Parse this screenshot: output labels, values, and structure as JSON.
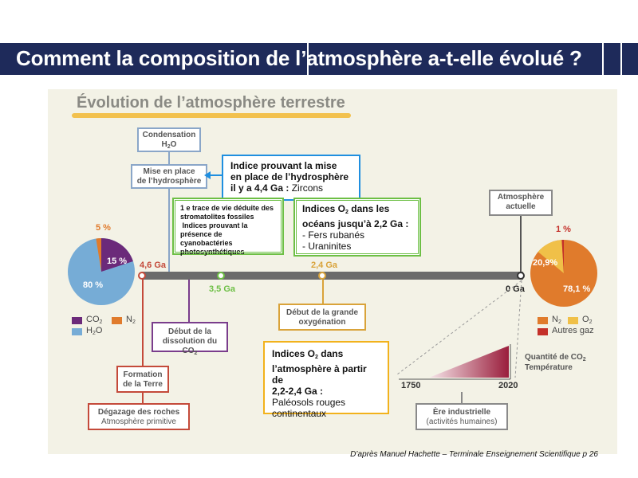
{
  "title": "Comment la composition de l’atmosphère a-t-elle évolué ?",
  "diagram": {
    "heading": "Évolution de l’atmosphère terrestre",
    "condensation": {
      "line1": "Condensation",
      "h": "H",
      "sub": "2",
      "o": "O"
    },
    "hydrosphere": {
      "line1": "Mise en place",
      "line2": "de l’hydrosphère"
    },
    "atmosphere_actuelle": {
      "line1": "Atmosphère",
      "line2": "actuelle"
    },
    "dissolution": {
      "line1": "Début de la",
      "line2": "dissolution du CO",
      "sub": "2"
    },
    "formation": {
      "line1": "Formation",
      "line2": "de la Terre"
    },
    "degazage": {
      "line1": "Dégazage des roches",
      "line2": "Atmosphère primitive"
    },
    "grande_oxygenation": {
      "line1": "Début de la grande",
      "line2": "oxygénation"
    },
    "ere_industrielle": {
      "line1": "Ère industrielle",
      "line2": "(activités humaines)"
    },
    "timeline": {
      "t1": "4,6 Ga",
      "t2": "3,5 Ga",
      "t3": "2,4 Ga",
      "t4": "0 Ga"
    },
    "industrial": {
      "start": "1750",
      "end": "2020",
      "label1": "Quantité de CO",
      "label1_sub": "2",
      "label2": "Température"
    },
    "left_pie": {
      "pct_n2": "5 %",
      "pct_co2": "15 %",
      "pct_h2o": "80 %"
    },
    "right_pie": {
      "pct_other": "1 %",
      "pct_o2": "20,9%",
      "pct_n2": "78,1 %"
    },
    "left_legend": {
      "co2": "CO",
      "co2_sub": "2",
      "n2": "N",
      "n2_sub": "2",
      "h2o_h": "H",
      "h2o_sub": "2",
      "h2o_o": "O"
    },
    "right_legend": {
      "n2": "N",
      "n2_sub": "2",
      "o2": "O",
      "o2_sub": "2",
      "autres": "Autres gaz"
    }
  },
  "boxes": {
    "zircons": {
      "line1": "Indice prouvant la mise",
      "line2": "en place de l’hydrosphère",
      "line3": "il y a 4,4 Ga :",
      "value": " Zircons"
    },
    "stromatolites": {
      "line1": "1 e trace de vie déduite des",
      "line2": "stromatolites fossiles",
      "line3": " Indices prouvant la",
      "line4": "présence de cyanobactéries",
      "line5": "photosynthétiques"
    },
    "oceans": {
      "t1": "Indices O",
      "t1_sub": "2",
      "t1b": " dans les",
      "line2": "océans jusqu’à 2,2 Ga :",
      "item1": "- Fers rubanés",
      "item2": "- Uraninites"
    },
    "atmo": {
      "t1": "Indices O",
      "t1_sub": "2",
      "t1b": " dans",
      "line2": "l’atmosphère à partir de",
      "line3": "2,2-2,4 Ga :",
      "line4": "Paléosols rouges",
      "line5": "continentaux"
    }
  },
  "credit": "D’après Manuel Hachette – Terminale Enseignement Scientifique p 26",
  "colors": {
    "banner": "#1e2a5a",
    "co2": "#6b2a7a",
    "n2": "#e07b2c",
    "h2o": "#76acd6",
    "o2": "#f0c048",
    "autres": "#c4302a",
    "blue_box": "#1f8fe0",
    "green_box": "#6dbf45",
    "gold_box": "#f2b21c"
  }
}
